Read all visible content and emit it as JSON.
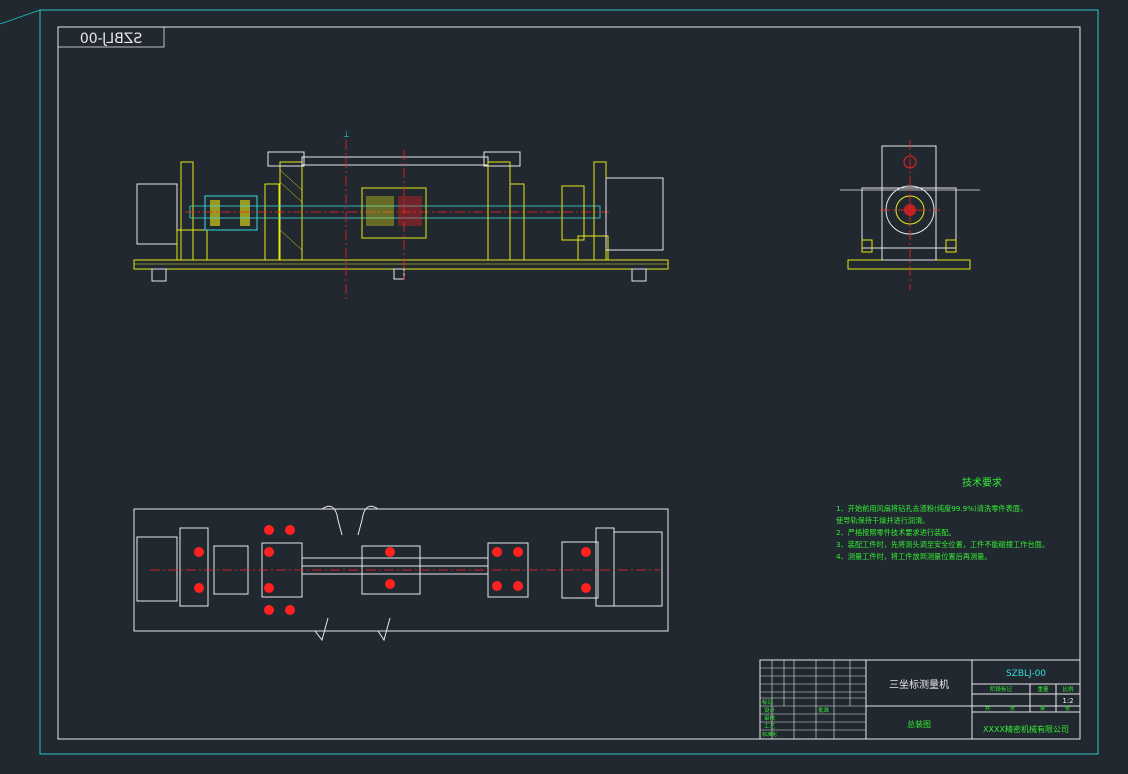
{
  "drawing": {
    "code_mirrored": "SZBLJ-00",
    "tech_title": "技术要求",
    "tech_notes": [
      "1、开始前用风扇将钻孔去渣粉(纯度99.9%)清洗零件表面，",
      "   使导轨保持干燥并进行润滑。",
      "2、严格按照零件技术要求进行装配。",
      "3、装配工件时，先将测头调至安全位置，工件不能碰撞工作台面。",
      "4、测量工件时，将工件放到测量位置后再测量。"
    ]
  },
  "title_block": {
    "name": "三坐标测量机",
    "code": "SZBLJ-00",
    "subtitle": "总装图",
    "company": "XXXX精密机械有限公司",
    "scale": "1:2",
    "header_cells": [
      "阶段标记",
      "重量",
      "比例"
    ],
    "footer_cells": [
      "共",
      "张",
      "第",
      "张"
    ],
    "sign_rows": [
      "标记",
      "设计",
      "审核",
      "工艺",
      "标准化",
      "批准"
    ]
  },
  "colors": {
    "background": "#212830",
    "border": "#22c7c7",
    "frame": "#ffffff",
    "yellow": "#e8e816",
    "red": "#ff2020",
    "green": "#33ee33",
    "cyan": "#33dddd"
  }
}
